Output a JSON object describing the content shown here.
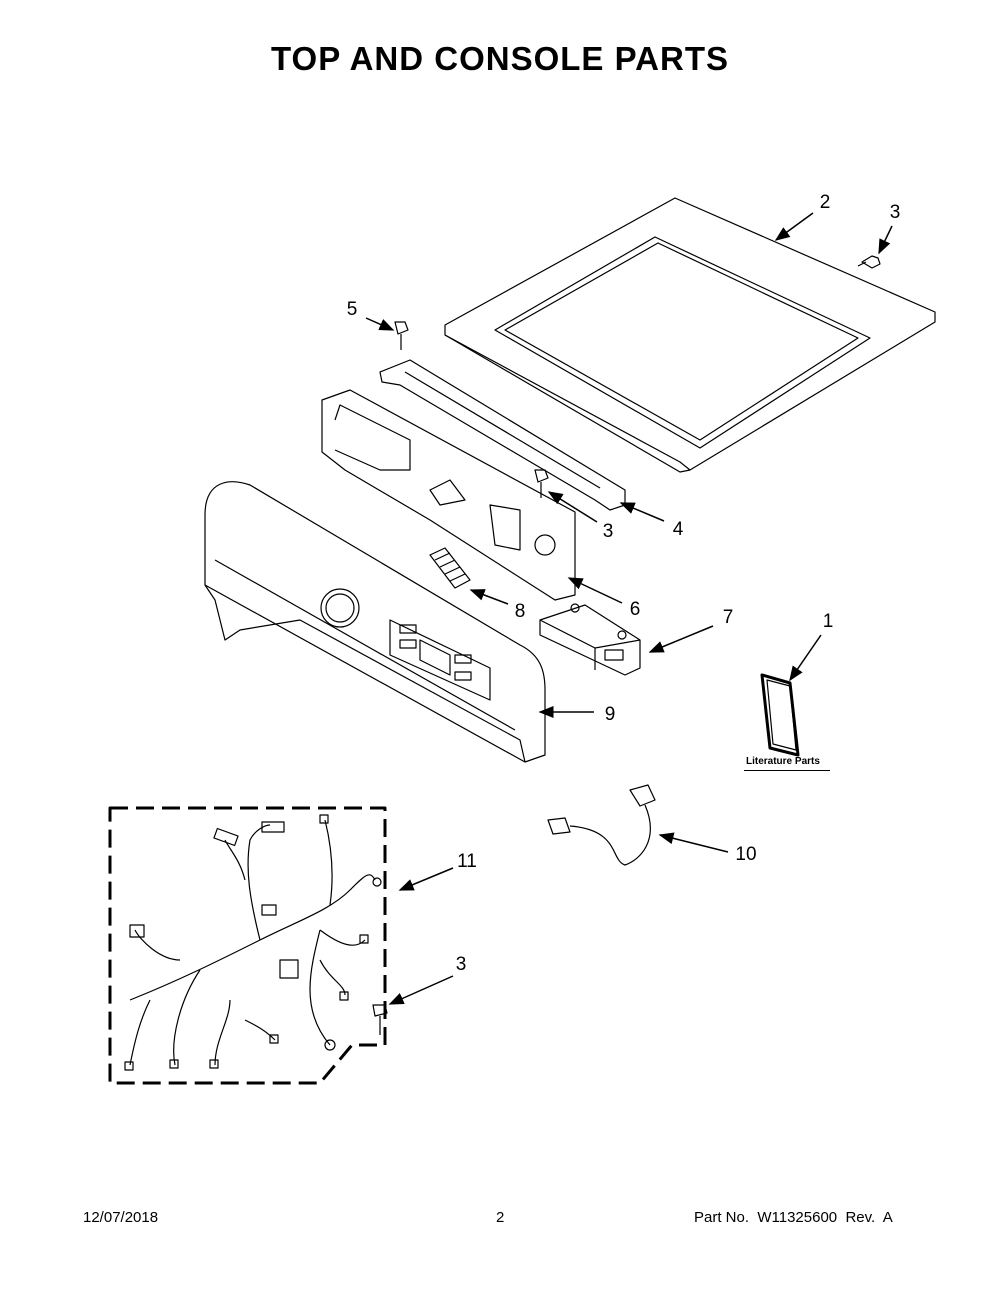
{
  "page": {
    "title": "TOP AND CONSOLE PARTS",
    "footer": {
      "date": "12/07/2018",
      "page_number": "2",
      "part_number": "Part No.  W11325600  Rev.  A"
    }
  },
  "callouts": [
    {
      "id": "c2",
      "label": "2"
    },
    {
      "id": "c3a",
      "label": "3"
    },
    {
      "id": "c5",
      "label": "5"
    },
    {
      "id": "c3b",
      "label": "3"
    },
    {
      "id": "c4",
      "label": "4"
    },
    {
      "id": "c8",
      "label": "8"
    },
    {
      "id": "c6",
      "label": "6"
    },
    {
      "id": "c7",
      "label": "7"
    },
    {
      "id": "c1",
      "label": "1"
    },
    {
      "id": "c9",
      "label": "9"
    },
    {
      "id": "c10",
      "label": "10"
    },
    {
      "id": "c11",
      "label": "11"
    },
    {
      "id": "c3c",
      "label": "3"
    }
  ],
  "literature_label": "Literature Parts"
}
